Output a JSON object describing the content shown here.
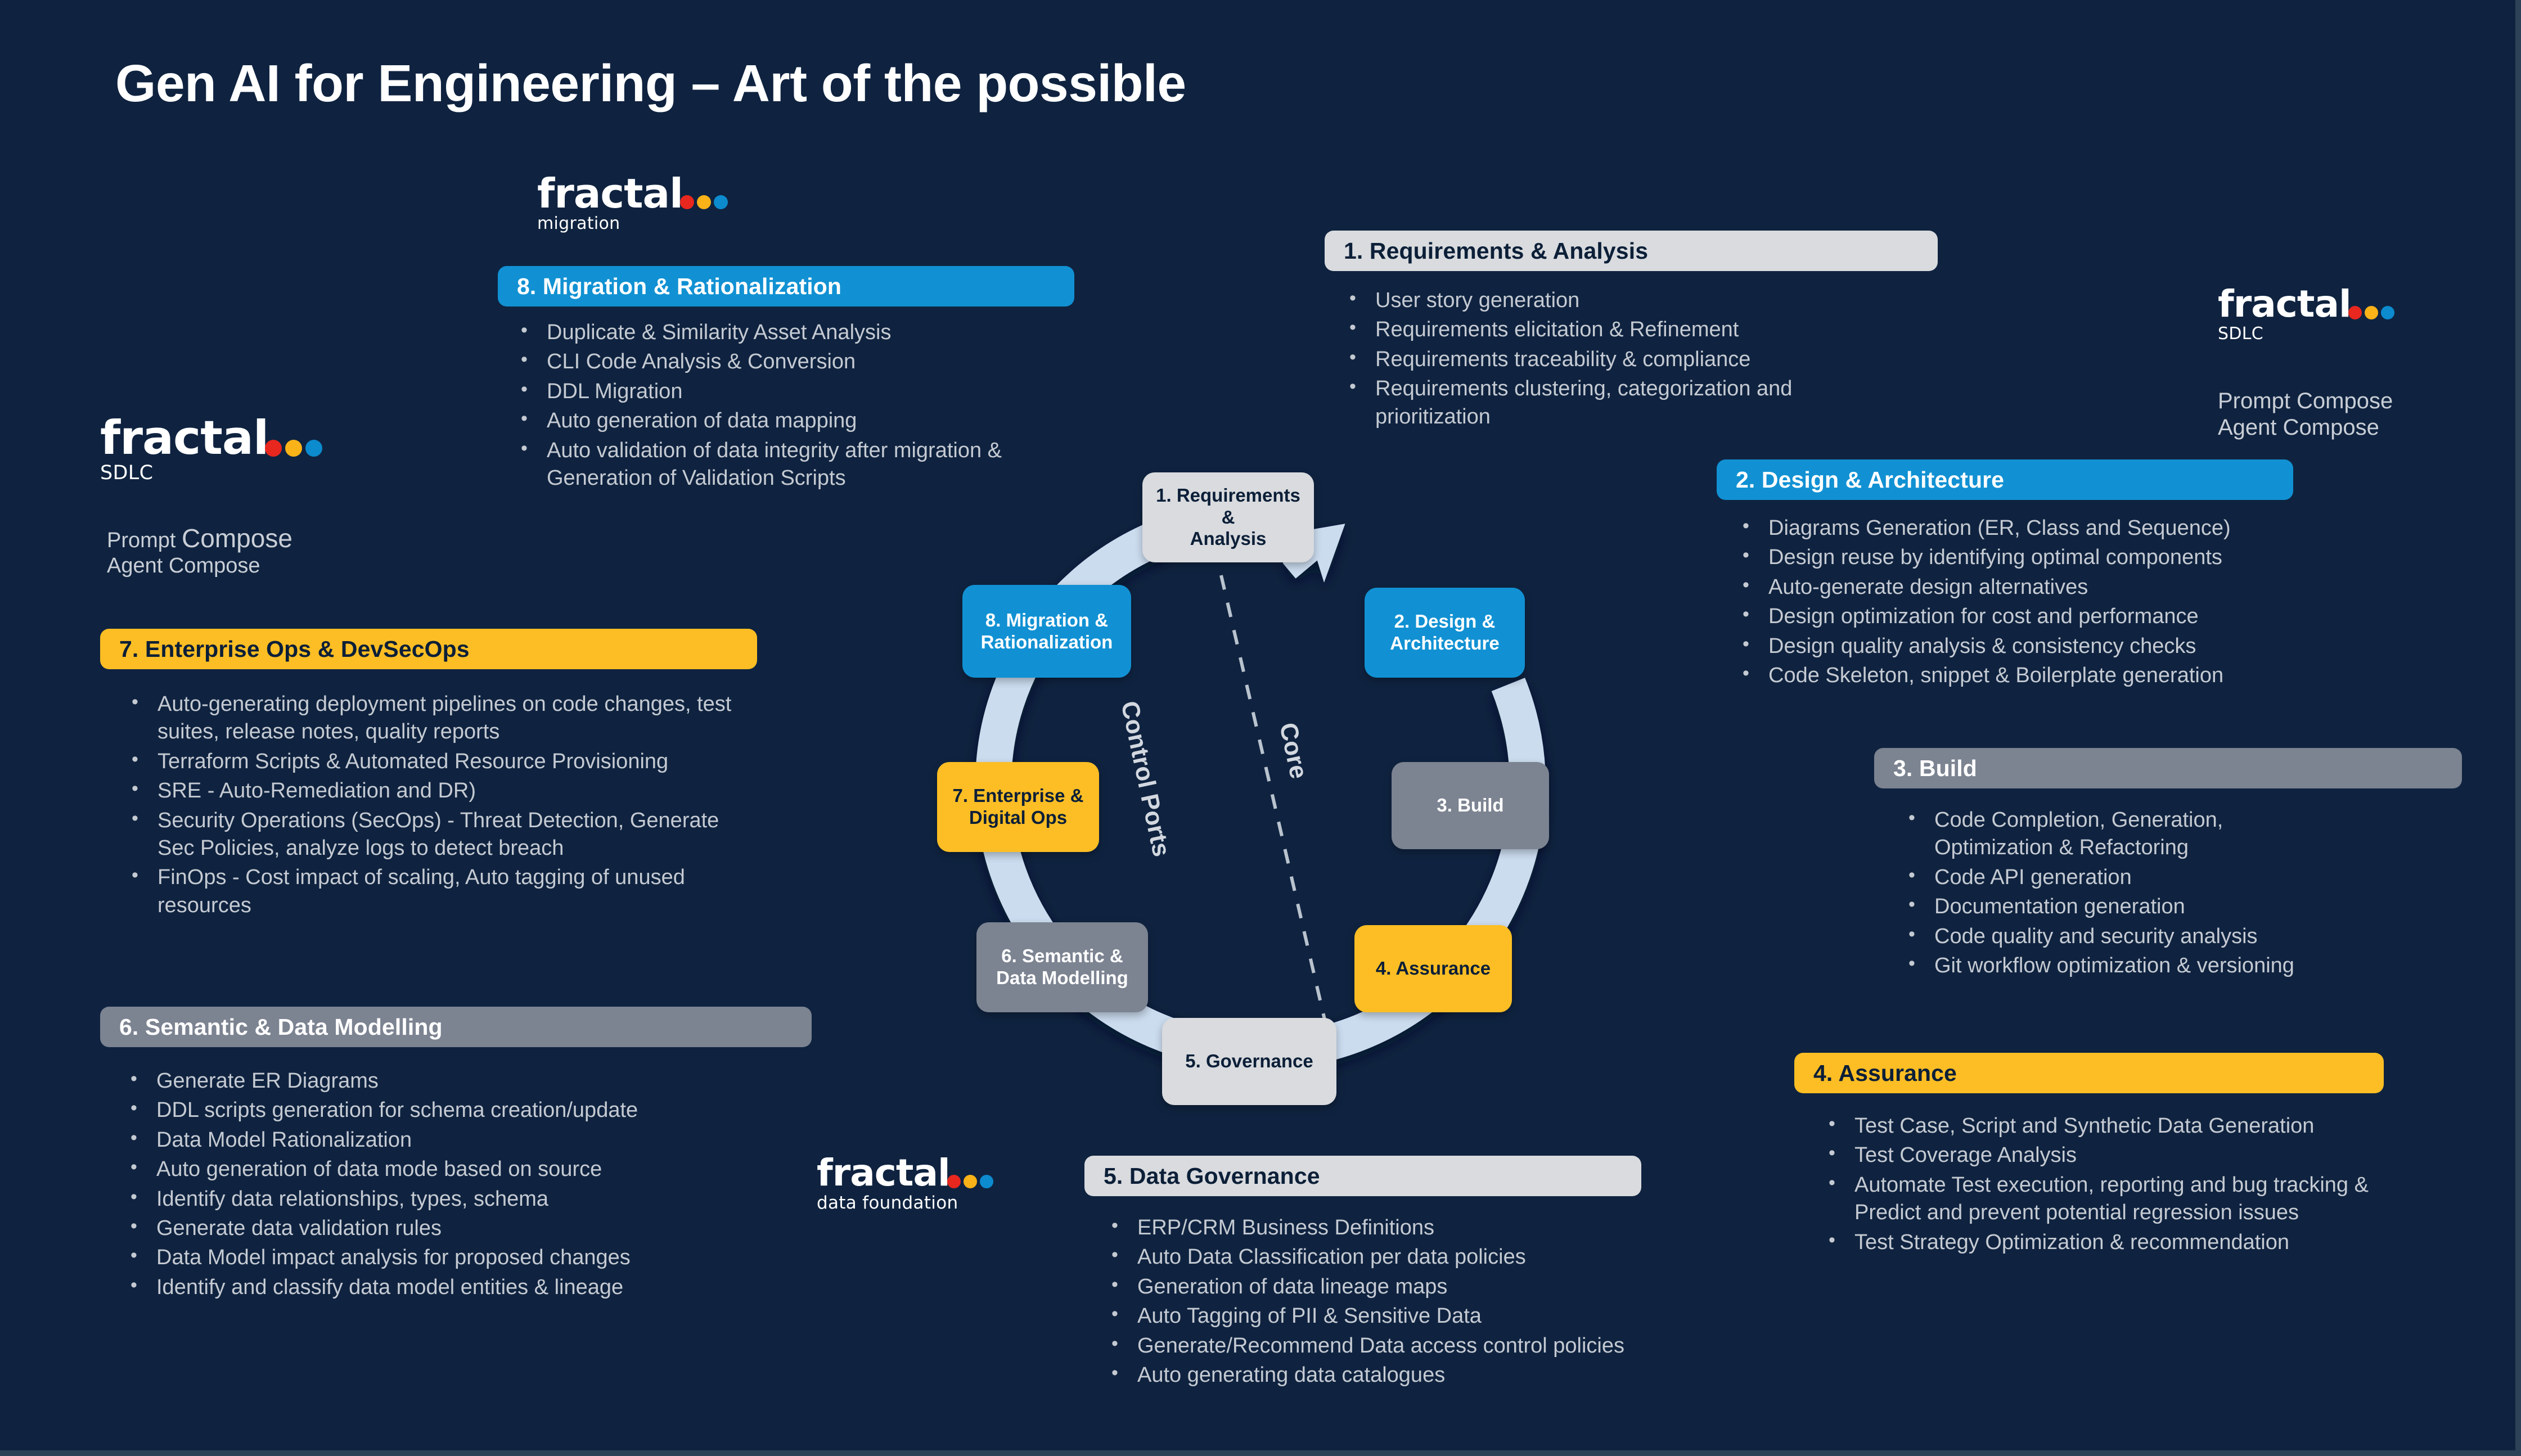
{
  "title": "Gen AI for Engineering – Art of the possible",
  "colors": {
    "background": "#0f2340",
    "blue": "#1191d3",
    "amber": "#fcbe24",
    "gray_dark": "#7c8391",
    "gray_light": "#d9dbde",
    "ring": "#cbdcef",
    "logo_red": "#e8271e",
    "logo_yellow": "#f9b218",
    "logo_blue": "#0c8bce",
    "bullet_text": "#c5cad2"
  },
  "logos": {
    "migration": {
      "word": "fractal",
      "sub": "migration"
    },
    "sdlc_left": {
      "word": "fractal",
      "sub": "SDLC"
    },
    "sdlc_right": {
      "word": "fractal",
      "sub": "SDLC"
    },
    "data_foundation": {
      "word": "fractal",
      "sub": "data foundation"
    }
  },
  "compose_left": {
    "line1_a": "Prompt ",
    "line1_b": "Compose",
    "line2": "Agent Compose"
  },
  "compose_right": {
    "line1": "Prompt Compose",
    "line2": "Agent Compose"
  },
  "wheel": {
    "labels": {
      "control_ports": "Control Ports",
      "core": "Core"
    },
    "nodes": [
      {
        "id": "n1",
        "label": "1. Requirements &\nAnalysis",
        "style": "gray-light"
      },
      {
        "id": "n2",
        "label": "2. Design &\nArchitecture",
        "style": "blue"
      },
      {
        "id": "n3",
        "label": "3. Build",
        "style": "gray-dark"
      },
      {
        "id": "n4",
        "label": "4. Assurance",
        "style": "amber"
      },
      {
        "id": "n5",
        "label": "5. Governance",
        "style": "gray-light"
      },
      {
        "id": "n6",
        "label": "6. Semantic &\nData Modelling",
        "style": "gray-dark"
      },
      {
        "id": "n7",
        "label": "7. Enterprise &\nDigital Ops",
        "style": "amber"
      },
      {
        "id": "n8",
        "label": "8. Migration &\nRationalization",
        "style": "blue"
      }
    ]
  },
  "panels": {
    "p8": {
      "header": "8. Migration & Rationalization",
      "style": "blue",
      "bullets": [
        "Duplicate & Similarity Asset Analysis",
        "CLI Code Analysis & Conversion",
        "DDL Migration",
        "Auto generation of data mapping",
        "Auto  validation of data integrity after migration & Generation of Validation Scripts"
      ]
    },
    "p1": {
      "header": "1. Requirements & Analysis",
      "style": "gray-light",
      "bullets": [
        "User story generation",
        "Requirements elicitation & Refinement",
        "Requirements traceability & compliance",
        "Requirements clustering, categorization and prioritization"
      ]
    },
    "p2": {
      "header": "2. Design & Architecture",
      "style": "blue",
      "bullets": [
        "Diagrams Generation (ER, Class and Sequence)",
        "Design reuse by identifying optimal components",
        "Auto-generate design alternatives",
        "Design optimization for cost and performance",
        "Design quality analysis &  consistency checks",
        "Code Skeleton, snippet & Boilerplate generation"
      ]
    },
    "p3": {
      "header": "3. Build",
      "style": "gray-dark",
      "bullets": [
        "Code Completion, Generation, Optimization & Refactoring",
        "Code API generation",
        "Documentation generation",
        "Code quality and security analysis",
        "Git workflow optimization & versioning"
      ]
    },
    "p4": {
      "header": "4. Assurance",
      "style": "amber",
      "bullets": [
        "Test Case, Script and Synthetic Data Generation",
        "Test Coverage Analysis",
        "Automate Test execution, reporting and bug tracking & Predict and prevent potential regression issues",
        "Test Strategy Optimization & recommendation"
      ]
    },
    "p5": {
      "header": "5. Data Governance",
      "style": "gray-light",
      "bullets": [
        "ERP/CRM Business Definitions",
        "Auto Data Classification per data policies",
        "Generation of data lineage maps",
        "Auto Tagging of PII & Sensitive Data",
        "Generate/Recommend Data access control policies",
        "Auto generating data catalogues"
      ]
    },
    "p6": {
      "header": "6. Semantic & Data Modelling",
      "style": "gray-dark",
      "bullets": [
        "Generate ER Diagrams",
        "DDL scripts generation for schema creation/update",
        "Data Model Rationalization",
        "Auto generation of data mode based on source",
        "Identify data relationships, types, schema",
        "Generate data validation rules",
        "Data Model impact analysis for proposed changes",
        "Identify and classify data model entities & lineage"
      ]
    },
    "p7": {
      "header": "7. Enterprise Ops & DevSecOps",
      "style": "amber",
      "bullets": [
        "Auto-generating deployment pipelines on code changes, test suites, release notes, quality reports",
        "Terraform Scripts  & Automated Resource Provisioning",
        "SRE - Auto-Remediation and DR)",
        "Security Operations (SecOps) -  Threat Detection, Generate Sec Policies, analyze logs to detect breach",
        "FinOps - Cost impact of scaling, Auto tagging of unused resources"
      ]
    }
  }
}
